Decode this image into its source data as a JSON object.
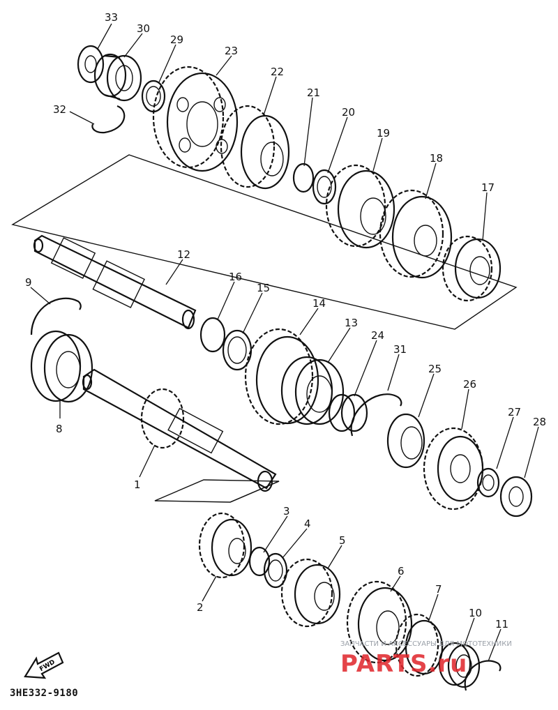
{
  "diagram": {
    "code": "3HE332-9180",
    "fwd_label": "FWD",
    "watermark": {
      "small": "ЗАПЧАСТИ И АКСЕССУАРЫ ДЛЯ МОТОТЕХНИКИ",
      "big": "PARTS.ru"
    },
    "callouts": [
      "33",
      "30",
      "29",
      "23",
      "22",
      "21",
      "20",
      "19",
      "18",
      "17",
      "32",
      "12",
      "16",
      "15",
      "14",
      "13",
      "24",
      "31",
      "25",
      "26",
      "27",
      "28",
      "9",
      "8",
      "1",
      "3",
      "4",
      "5",
      "2",
      "6",
      "7",
      "10",
      "11"
    ]
  }
}
